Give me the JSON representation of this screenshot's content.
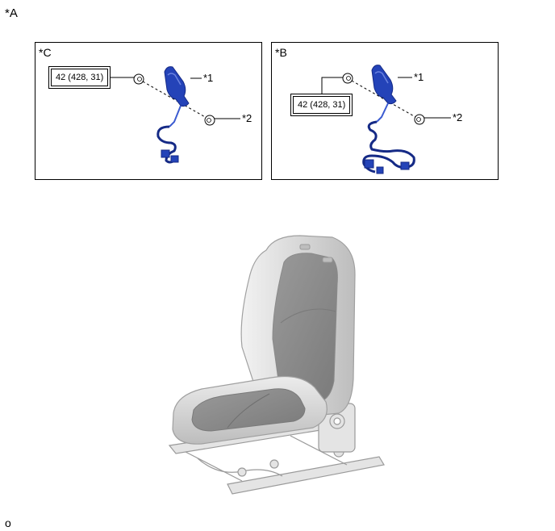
{
  "labels": {
    "figure": "*A",
    "footer": "o"
  },
  "panel_c": {
    "label": "*C",
    "torque": "42 (428, 31)",
    "callout_1": "*1",
    "callout_2": "*2"
  },
  "panel_b": {
    "label": "*B",
    "torque": "42 (428, 31)",
    "callout_1": "*1",
    "callout_2": "*2"
  },
  "colors": {
    "buckle": "#2443b8",
    "buckle_dark": "#152a86",
    "line": "#000000",
    "seat_light": "#e6e6e6",
    "seat_mid": "#c8c8c8",
    "seat_dark": "#8a8a8a"
  }
}
